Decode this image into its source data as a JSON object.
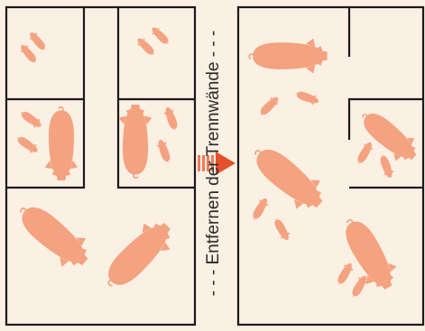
{
  "caption": {
    "text": "- - - Entfernen der Trennwände - - -"
  },
  "colors": {
    "background": "#fbf0e4",
    "pig": "#f4a27f",
    "wall": "#1a1a1a",
    "arrow": "#e4502c",
    "arrow_stripes": "#ef7b5a"
  },
  "scenes": [
    {
      "name": "before",
      "description_visible": false
    },
    {
      "name": "after",
      "description_visible": false
    }
  ]
}
